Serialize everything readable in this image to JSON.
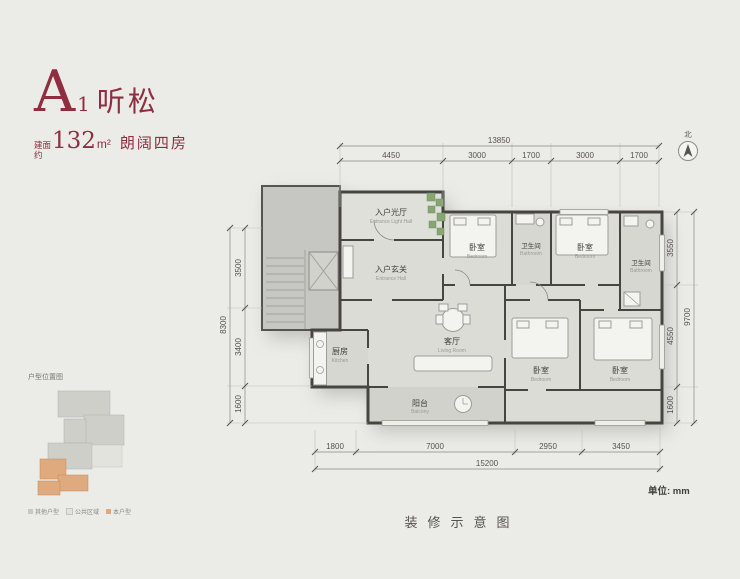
{
  "page": {
    "background": "#ebebe8",
    "accent": "#8e2e3e"
  },
  "title": {
    "letter": "A",
    "subscript": "1",
    "name": "听松"
  },
  "area": {
    "prefix": "建面约",
    "value": "132",
    "unit": "m²",
    "desc": "朗阔四房"
  },
  "north": {
    "label": "北"
  },
  "dimensions": {
    "unit_note": "单位: mm",
    "top_total": "13850",
    "top_segments": [
      "4450",
      "3000",
      "1700",
      "3000",
      "1700"
    ],
    "left_total": "8300",
    "left_segments": [
      "3500",
      "3400",
      "1600"
    ],
    "right_total": "9700",
    "right_segments": [
      "3550",
      "4550",
      "1600"
    ],
    "bottom_segments": [
      "1800",
      "7000",
      "2950",
      "3450"
    ],
    "bottom_total": "15200"
  },
  "rooms": {
    "entrance_light_hall": {
      "zh": "入户光厅",
      "en": "Entrance Light Hall"
    },
    "entrance_hall": {
      "zh": "入户玄关",
      "en": "Entrance Hall"
    },
    "bedroom1": {
      "zh": "卧室",
      "en": "Bedroom"
    },
    "bathroom1": {
      "zh": "卫生间",
      "en": "Bathroom"
    },
    "bedroom2": {
      "zh": "卧室",
      "en": "Bedroom"
    },
    "bathroom2": {
      "zh": "卫生间",
      "en": "Bathroom"
    },
    "kitchen": {
      "zh": "厨房",
      "en": "Kitchen"
    },
    "living_room": {
      "zh": "客厅",
      "en": "Living Room"
    },
    "bedroom3": {
      "zh": "卧室",
      "en": "Bedroom"
    },
    "bedroom4": {
      "zh": "卧室",
      "en": "Bedroom"
    },
    "balcony": {
      "zh": "阳台",
      "en": "Balcony"
    }
  },
  "locator": {
    "title": "户型位置图",
    "legend": [
      {
        "label": "其他户型",
        "color": "#c9c9c4"
      },
      {
        "label": "公共区域",
        "color": "#e3e3de"
      },
      {
        "label": "本户型",
        "color": "#dfaa7d"
      }
    ]
  },
  "footer": {
    "caption": "装修示意图"
  }
}
